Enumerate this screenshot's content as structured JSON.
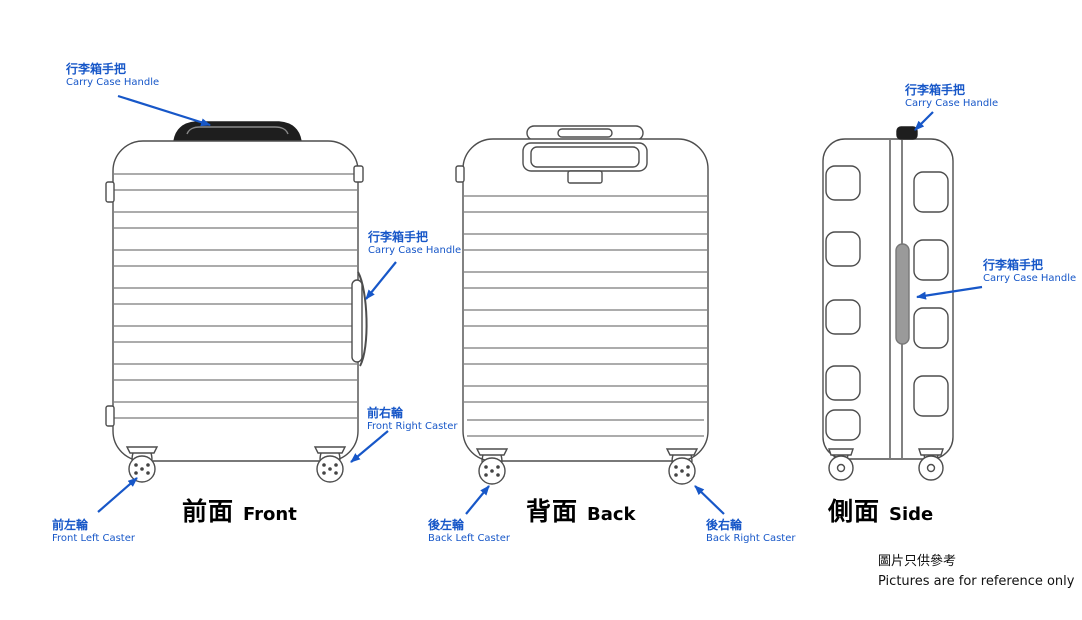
{
  "labels": {
    "front_top_handle": {
      "zh": "行李箱手把",
      "en": "Carry Case Handle"
    },
    "front_side_handle": {
      "zh": "行李箱手把",
      "en": "Carry Case Handle"
    },
    "front_right_caster": {
      "zh": "前右輪",
      "en": "Front Right Caster"
    },
    "front_left_caster": {
      "zh": "前左輪",
      "en": "Front Left Caster"
    },
    "back_left_caster": {
      "zh": "後左輪",
      "en": "Back Left Caster"
    },
    "back_right_caster": {
      "zh": "後右輪",
      "en": "Back Right Caster"
    },
    "side_top_handle": {
      "zh": "行李箱手把",
      "en": "Carry Case Handle"
    },
    "side_handle": {
      "zh": "行李箱手把",
      "en": "Carry Case Handle"
    }
  },
  "views": {
    "front": {
      "zh": "前面",
      "en": "Front"
    },
    "back": {
      "zh": "背面",
      "en": "Back"
    },
    "side": {
      "zh": "側面",
      "en": "Side"
    }
  },
  "footnote": {
    "zh": "圖片只供參考",
    "en": "Pictures are for reference only"
  },
  "colors": {
    "callout_blue": "#1757C8",
    "outline_gray": "#4d4d4d",
    "handle_dark": "#1e1e1e",
    "side_grip_gray": "#9a9a9a"
  }
}
